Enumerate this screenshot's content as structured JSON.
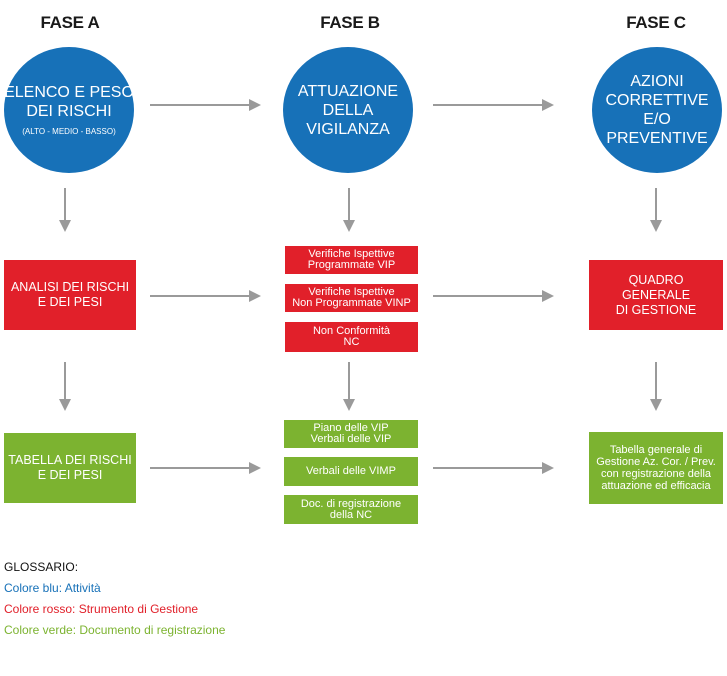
{
  "phases": [
    "FASE A",
    "FASE B",
    "FASE C"
  ],
  "circles": {
    "a": {
      "title": "ELENCO E PESO\nDEI RISCHI",
      "subtitle": "(ALTO - MEDIO - BASSO)"
    },
    "b": {
      "title": "ATTUAZIONE\nDELLA\nVIGILANZA"
    },
    "c": {
      "title": "AZIONI\nCORRETTIVE E/O\nPREVENTIVE"
    }
  },
  "red": {
    "a": "ANALISI DEI RISCHI\nE DEI PESI",
    "b": [
      "Verifiche Ispettive\nProgrammate VIP",
      "Verifiche Ispettive\nNon Programmate VINP",
      "Non Conformità\nNC"
    ],
    "c": "QUADRO GENERALE\nDI GESTIONE"
  },
  "green": {
    "a": "TABELLA DEI RISCHI\nE DEI PESI",
    "b": [
      "Piano delle VIP\nVerbali delle VIP",
      "Verbali delle VIMP",
      "Doc. di registrazione\ndella NC"
    ],
    "c": "Tabella generale di\nGestione Az. Cor. / Prev.\ncon registrazione della\nattuazione ed efficacia"
  },
  "glossary": {
    "title": "GLOSSARIO:",
    "blue": "Colore blu: Attività",
    "red": "Colore rosso: Strumento di Gestione",
    "green": "Colore verde: Documento di registrazione"
  },
  "colors": {
    "blue": "#1771b8",
    "red": "#e1202a",
    "green": "#7cb330",
    "arrow": "#9a9a9a"
  }
}
